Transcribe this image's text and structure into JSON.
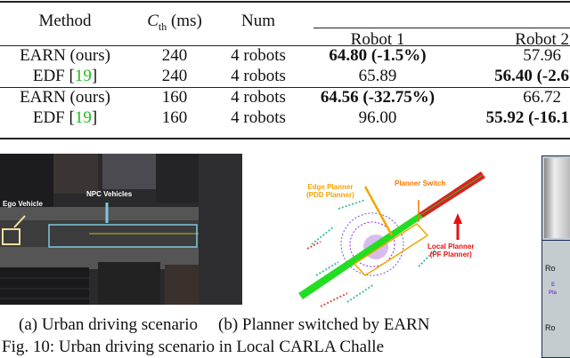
{
  "table": {
    "headers": {
      "method": "Method",
      "cth_symbol": "C",
      "cth_sub": "th",
      "cth_unit": "(ms)",
      "num": "Num",
      "robot1": "Robot 1",
      "robot2": "Robot 2"
    },
    "rows": [
      {
        "method": "EARN (ours)",
        "cite": "",
        "cth": "240",
        "num": "4 robots",
        "robot1": "64.80 (-1.5%)",
        "robot1_bold": true,
        "robot2": "57.96",
        "robot2_bold": false
      },
      {
        "method": "EDF [",
        "cite": "19",
        "cth": "240",
        "num": "4 robots",
        "robot1": "65.89",
        "robot1_bold": false,
        "robot2": "56.40 (-2.6",
        "robot2_bold": true
      },
      {
        "method": "EARN (ours)",
        "cite": "",
        "cth": "160",
        "num": "4 robots",
        "robot1": "64.56 (-32.75%)",
        "robot1_bold": true,
        "robot2": "66.72",
        "robot2_bold": false
      },
      {
        "method": "EDF [",
        "cite": "19",
        "cth": "160",
        "num": "4 robots",
        "robot1": "96.00",
        "robot1_bold": false,
        "robot2": "55.92 (-16.1",
        "robot2_bold": true
      }
    ]
  },
  "figure_a": {
    "labels": {
      "ego": "Ego Vehicle",
      "npc": "NPC Vehicles"
    },
    "caption": "(a) Urban driving scenario"
  },
  "figure_b": {
    "labels": {
      "edge": "Edge Planner",
      "edge_sub": "(PDD Planner)",
      "switch": "Planner Switch",
      "local": "Local Planner",
      "local_sub": "(PF Planner)"
    },
    "caption": "(b) Planner switched by EARN"
  },
  "figure_c": {
    "labels": [
      "Ro",
      "E",
      "Pla",
      "Ro"
    ]
  },
  "figure_caption": "Fig. 10: Urban driving scenario in Local CARLA Challe",
  "colors": {
    "cite": "#1bbf1b",
    "edge": "#f5a400",
    "switch": "#f07800",
    "local": "#e81010",
    "npc_box": "#7fc8dc",
    "ego_box": "#f0e0a0"
  }
}
